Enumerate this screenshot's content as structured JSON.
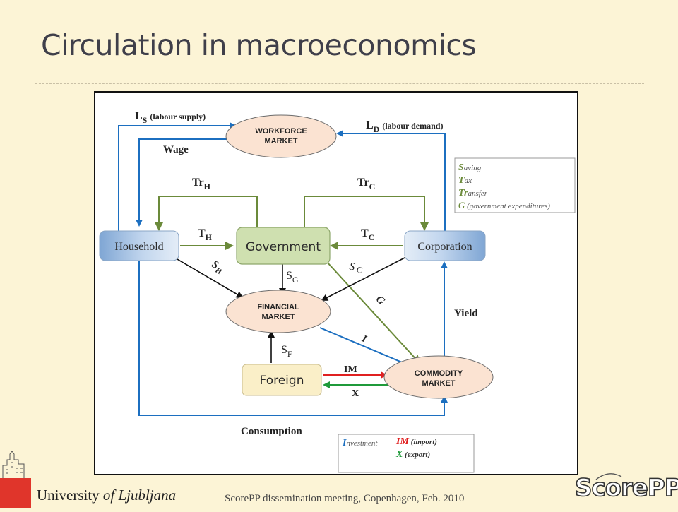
{
  "slide": {
    "title": "Circulation in macroeconomics",
    "footer": "ScorePP dissemination meeting, Copenhagen, Feb. 2010",
    "university_prefix": "University ",
    "university_name": "of Ljubljana",
    "logo_text": "ScorePP"
  },
  "diagram": {
    "nodes": {
      "workforce": [
        "WORKFORCE",
        "MARKET"
      ],
      "financial": [
        "FINANCIAL",
        "MARKET"
      ],
      "commodity": [
        "COMMODITY",
        "MARKET"
      ],
      "household": "Household",
      "government": "Government",
      "corporation": "Corporation",
      "foreign": "Foreign"
    },
    "flows": {
      "ls_main": "L",
      "ls_sub": "S",
      "ls_desc": "(labour supply)",
      "ld_main": "L",
      "ld_sub": "D",
      "ld_desc": "(labour demand)",
      "wage": "Wage",
      "trh_main": "Tr",
      "trh_sub": "H",
      "trc_main": "Tr",
      "trc_sub": "C",
      "th_main": "T",
      "th_sub": "H",
      "tc_main": "T",
      "tc_sub": "C",
      "sh_main": "S",
      "sh_sub": "H",
      "sg_main": "S",
      "sg_sub": "G",
      "sc_main": "S",
      "sc_sub": "C",
      "sf_main": "S",
      "sf_sub": "F",
      "g": "G",
      "i": "I",
      "yield": "Yield",
      "im": "IM",
      "x": "X",
      "consumption": "Consumption"
    },
    "legend_green": [
      {
        "initial": "S",
        "rest": "aving"
      },
      {
        "initial": "T",
        "rest": "ax"
      },
      {
        "initial": "Tr",
        "rest": "ansfer"
      },
      {
        "initial": "G",
        "rest": " (government expenditures)"
      }
    ],
    "legend_bottom": {
      "investment_initial": "I",
      "investment_rest": "nvestment",
      "im_initial": "IM",
      "im_rest": " (import)",
      "x_initial": "X",
      "x_rest": " (export)"
    },
    "colors": {
      "blue_flow": "#1c6fc0",
      "green_flow": "#6b8a3a",
      "black_flow": "#111111",
      "import_red": "#e02020",
      "export_green": "#1f9a3a",
      "market_fill": "#fbe3d2",
      "government_fill": "#cfe0b0",
      "foreign_fill": "#faefc8",
      "agent_fill": "#a9c4e4"
    }
  }
}
